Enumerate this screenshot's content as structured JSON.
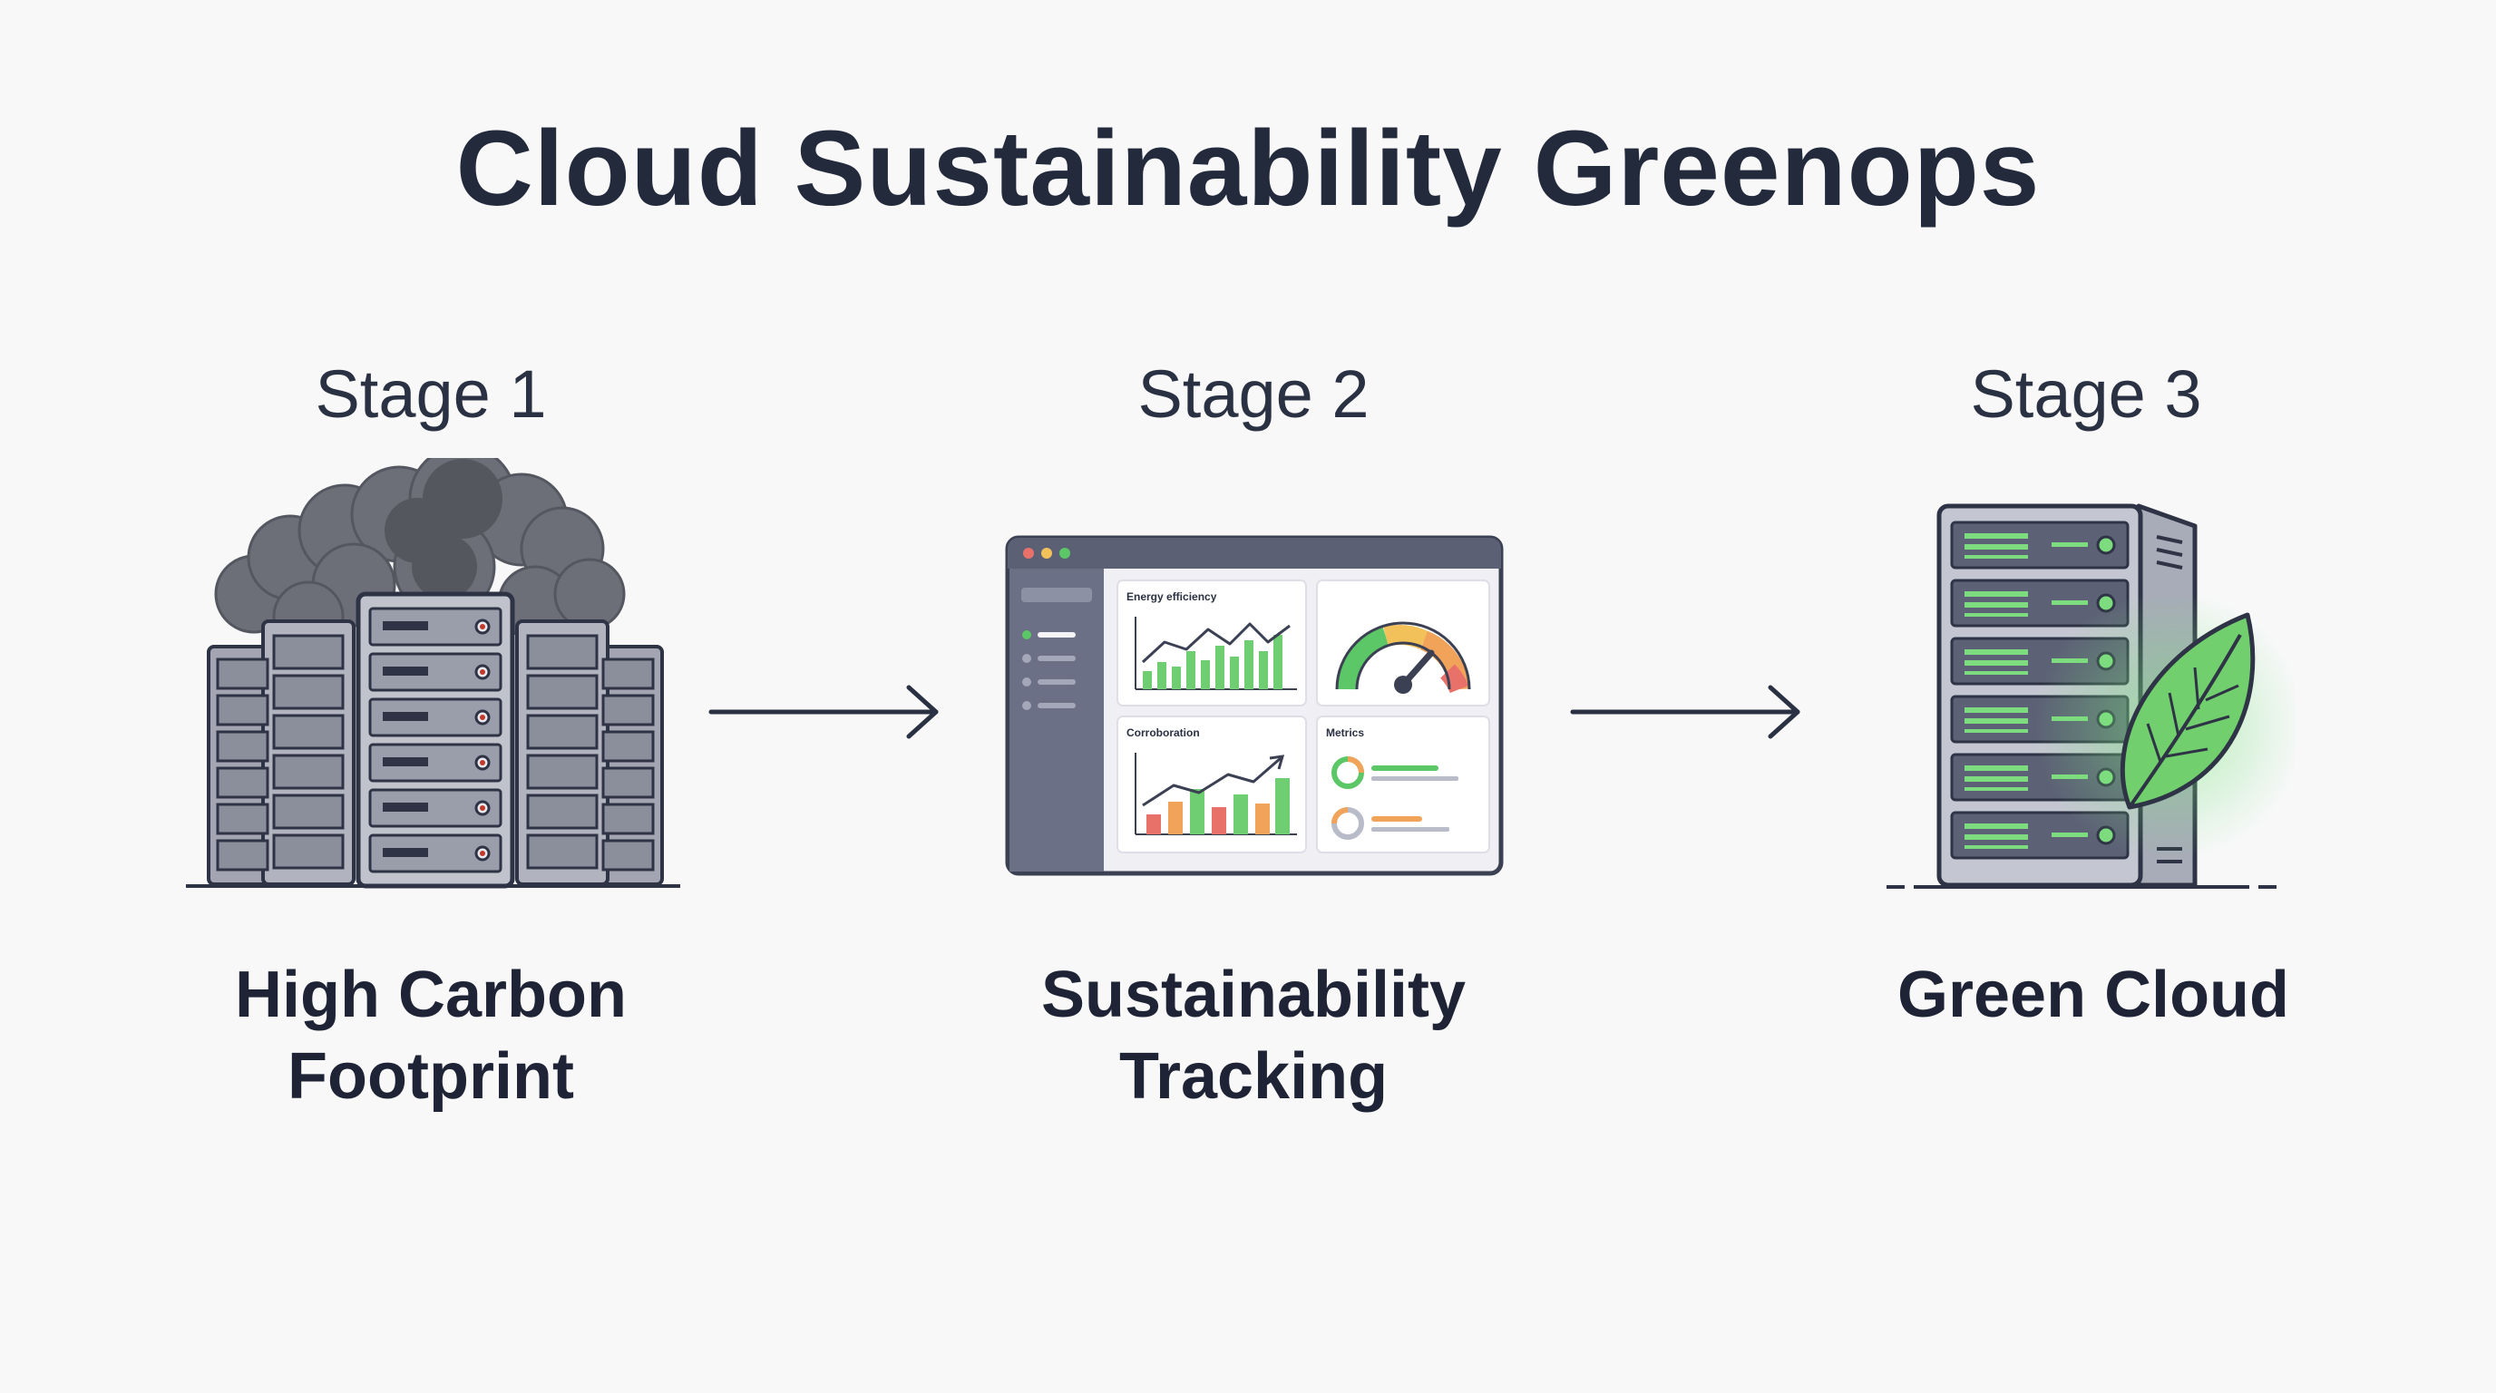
{
  "title": "Cloud Sustainability Greenops",
  "stages": [
    {
      "label": "Stage 1",
      "caption_lines": [
        "High Carbon",
        "Footprint"
      ],
      "icon": "smoking-server-racks-icon"
    },
    {
      "label": "Stage 2",
      "caption_lines": [
        "Sustainability",
        "Tracking"
      ],
      "icon": "sustainability-dashboard-icon"
    },
    {
      "label": "Stage 3",
      "caption_lines": [
        "Green Cloud"
      ],
      "icon": "green-server-leaf-icon"
    }
  ],
  "dashboard": {
    "panel1_title": "Energy efficiency",
    "panel3_title": "Corroboration",
    "panel4_title": "Metrics"
  },
  "colors": {
    "title": "#232a3c",
    "server_gray": "#8e919f",
    "smoke": "#5c5e66",
    "green": "#5cc766",
    "orange": "#f2a35a",
    "red": "#e8726a"
  }
}
